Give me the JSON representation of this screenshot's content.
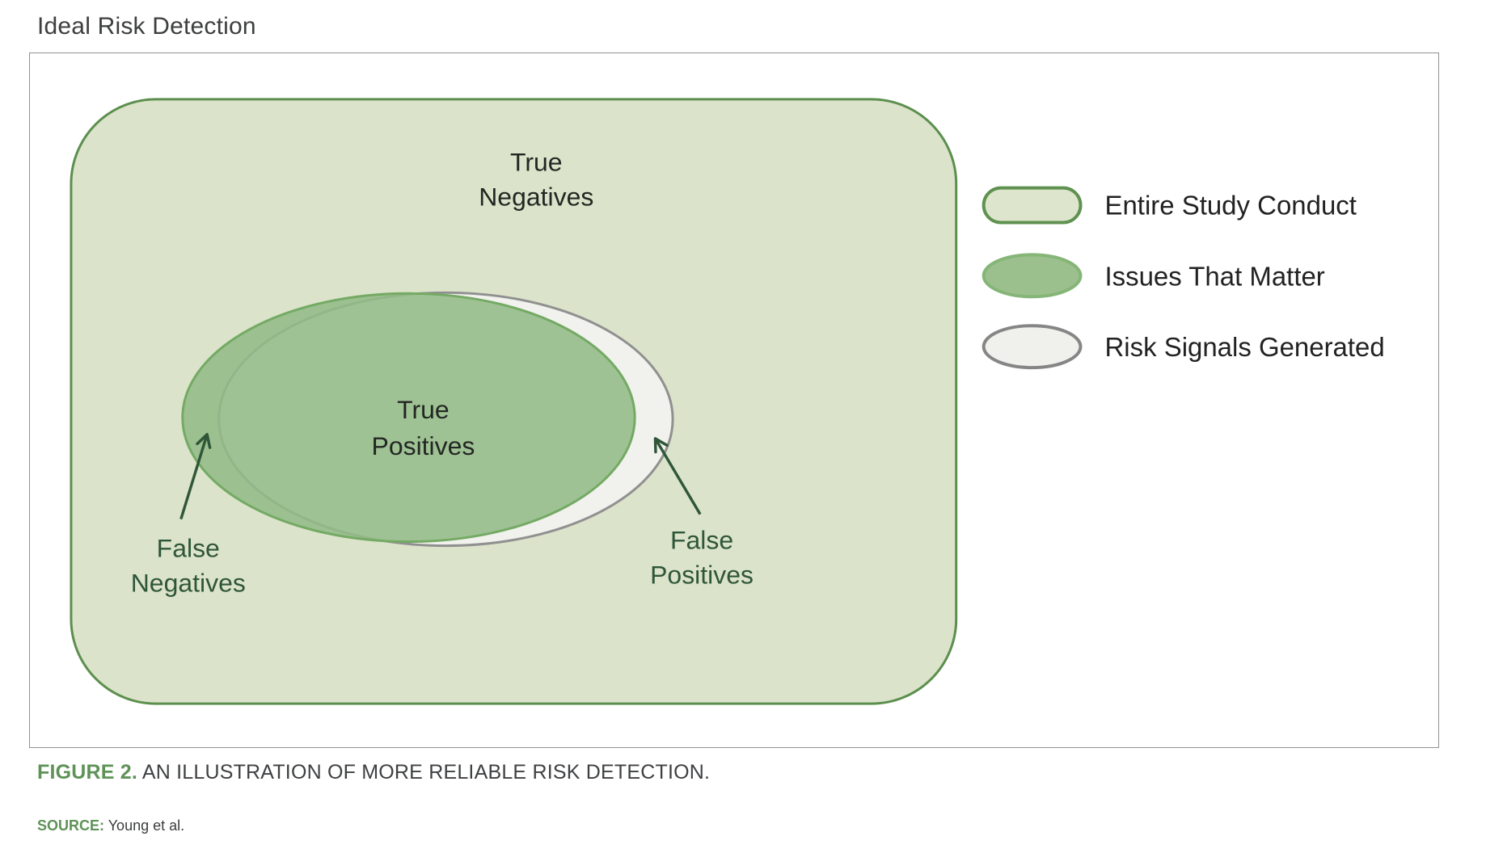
{
  "title": "Ideal Risk Detection",
  "figure": {
    "regions": {
      "true_negatives": {
        "line1": "True",
        "line2": "Negatives"
      },
      "true_positives": {
        "line1": "True",
        "line2": "Positives"
      },
      "false_negatives": {
        "line1": "False",
        "line2": "Negatives"
      },
      "false_positives": {
        "line1": "False",
        "line2": "Positives"
      }
    },
    "shapes": {
      "study_conduct": {
        "fill": "#dbe3ca",
        "stroke": "#5c8f4e"
      },
      "issues_that_matter": {
        "fill": "#93bb87",
        "stroke": "#74aa64"
      },
      "risk_signals": {
        "fill": "#f1f1ed",
        "stroke": "#909090"
      }
    },
    "arrow_color": "#2f5639",
    "legend": [
      {
        "label": "Entire Study Conduct",
        "swatch": "rounded-rect",
        "fill": "#dde5cc",
        "stroke": "#5f9150"
      },
      {
        "label": "Issues That Matter",
        "swatch": "ellipse",
        "fill": "#9cc08d",
        "stroke": "#85b577"
      },
      {
        "label": "Risk Signals Generated",
        "swatch": "ellipse",
        "fill": "#f0f0ec",
        "stroke": "#868686"
      }
    ]
  },
  "caption": {
    "label": "FIGURE 2.",
    "text": "AN ILLUSTRATION OF MORE RELIABLE RISK DETECTION."
  },
  "source": {
    "label": "SOURCE:",
    "text": "Young et al."
  }
}
